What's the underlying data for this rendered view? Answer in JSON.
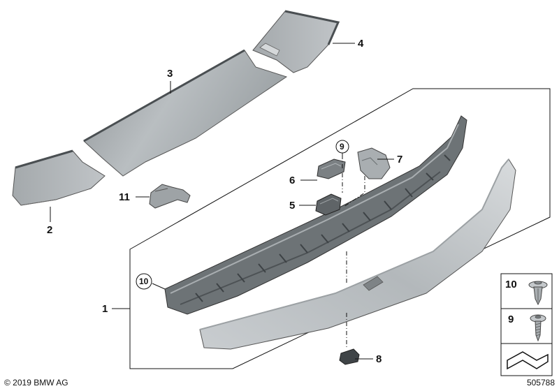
{
  "callouts": {
    "c1": "1",
    "c2": "2",
    "c3": "3",
    "c4": "4",
    "c5": "5",
    "c6": "6",
    "c7": "7",
    "c8": "8",
    "c9": "9",
    "c10": "10",
    "c11": "11"
  },
  "legend": {
    "l10": "10",
    "l9": "9"
  },
  "footer": {
    "copyright": "© 2019 BMW AG",
    "drawing_number": "505788"
  }
}
